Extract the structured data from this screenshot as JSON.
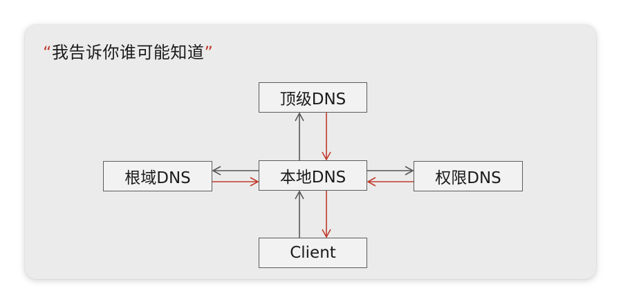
{
  "title": {
    "quote_open": "“",
    "text": "我告诉你谁可能知道",
    "quote_close": "”"
  },
  "nodes": {
    "top": "顶级DNS",
    "local": "本地DNS",
    "root": "根域DNS",
    "authoritative": "权限DNS",
    "client": "Client"
  },
  "colors": {
    "request_arrow": "#555555",
    "response_arrow": "#c0392b",
    "accent_quote": "#c0392b"
  }
}
